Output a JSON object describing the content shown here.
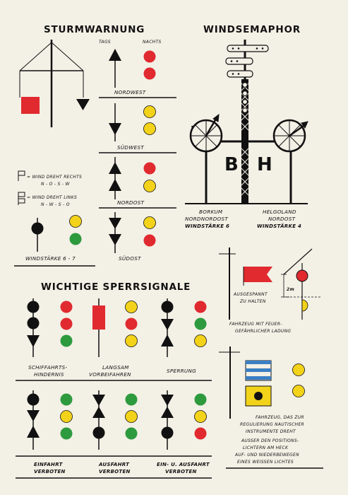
{
  "sections": {
    "sturmwarnung": "STURMWARNUNG",
    "windsemaphor": "WINDSEMAPHOR",
    "sperrsignale": "WICHTIGE SPERRSIGNALE"
  },
  "columns": {
    "tags": "TAGS",
    "nachts": "NACHTS"
  },
  "storm": {
    "nordwest": "NORDWEST",
    "suedwest": "SÜDWEST",
    "nordost": "NORDOST",
    "suedost": "SÜDOST",
    "wind_right_1": "= WIND DREHT RECHTS",
    "wind_right_2": "N - O - S - W",
    "wind_left_1": "= WIND DREHT LINKS",
    "wind_left_2": "N - W - S - O",
    "windstaerke": "WINDSTÄRKE 6 - 7"
  },
  "semaphor": {
    "letter_b": "B",
    "letter_h": "H",
    "borkum_1": "BORKUM",
    "borkum_2": "NORDNORDOST",
    "borkum_3": "WINDSTÄRKE 6",
    "helgoland_1": "HELGOLAND",
    "helgoland_2": "NORDOST",
    "helgoland_3": "WINDSTÄRKE 4"
  },
  "right_panel": {
    "ausgespannt_1": "AUSGESPANNT",
    "ausgespannt_2": "ZU HALTEN",
    "dim": "2m",
    "fahrzeug_1": "FAHRZEUG MIT FEUER-",
    "fahrzeug_2": "GEFÄHRLICHER LADUNG",
    "nautisch_1": "FAHRZEUG, DAS ZUR",
    "nautisch_2": "REGULIERUNG NAUTISCHER",
    "nautisch_3": "INSTRUMENTE DREHT",
    "nautisch_4": "AUSSER DEN POSITIONS-",
    "nautisch_5": "LICHTERN AM HECK",
    "nautisch_6": "AUF- UND NIEDERBEWEGEN",
    "nautisch_7": "EINES WEISSEN LICHTES"
  },
  "sperr": {
    "schiff_1": "SCHIFFAHRTS-",
    "schiff_2": "HINDERNIS",
    "langsam_1": "LANGSAM",
    "langsam_2": "VORBEIFAHREN",
    "sperrung": "SPERRUNG",
    "einfahrt_1": "EINFAHRT",
    "einfahrt_2": "VERBOTEN",
    "ausfahrt_1": "AUSFAHRT",
    "ausfahrt_2": "VERBOTEN",
    "einaus_1": "EIN- U. AUSFAHRT",
    "einaus_2": "VERBOTEN"
  },
  "colors": {
    "red": "#e02a2f",
    "yellow": "#f3d21a",
    "green": "#2e9a3e",
    "black": "#111111",
    "paper": "#f3f0e6",
    "flag_blue": "#3b7fc4"
  }
}
